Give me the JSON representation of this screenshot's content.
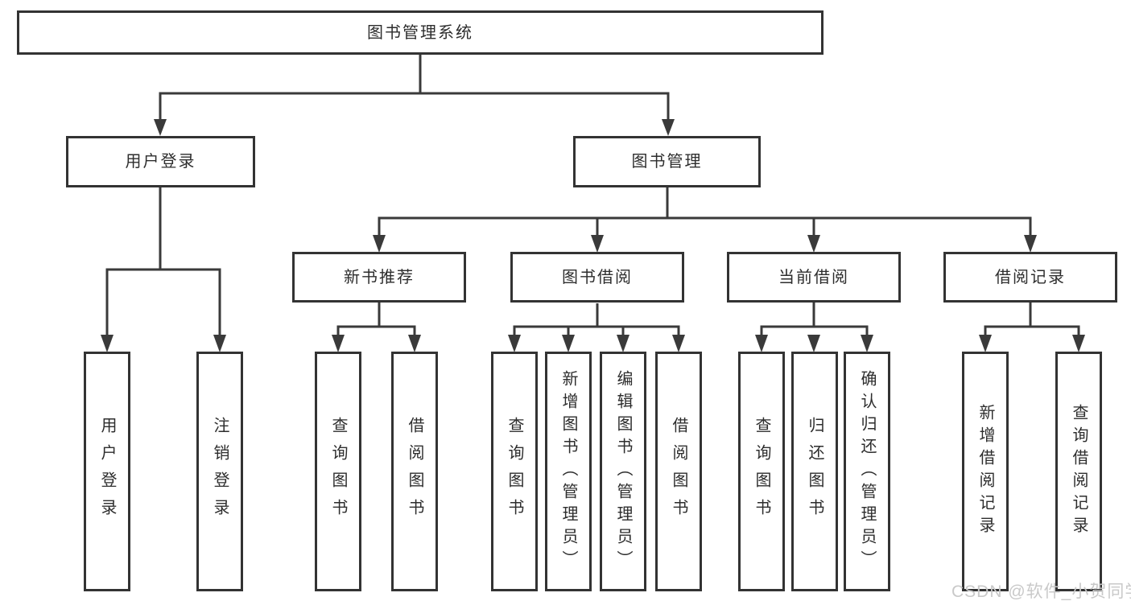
{
  "diagram": {
    "root": "图书管理系统",
    "level2": [
      "用户登录",
      "图书管理"
    ],
    "level3": [
      "新书推荐",
      "图书借阅",
      "当前借阅",
      "借阅记录"
    ],
    "leaves": {
      "login": [
        "用户登录",
        "注销登录"
      ],
      "recommend": [
        "查询图书",
        "借阅图书"
      ],
      "borrow": [
        "查询图书",
        "新增图书（管理员）",
        "编辑图书（管理员）",
        "借阅图书"
      ],
      "current": [
        "查询图书",
        "归还图书",
        "确认归还（管理员）"
      ],
      "records": [
        "新增借阅记录",
        "查询借阅记录"
      ]
    }
  },
  "watermark": {
    "text": "CSDN @软件_小贺同学"
  },
  "colors": {
    "line": "#3a3a3a",
    "box_border": "#333333",
    "text": "#2d2d2d",
    "background": "#ffffff",
    "watermark": "#c9c9c9"
  }
}
